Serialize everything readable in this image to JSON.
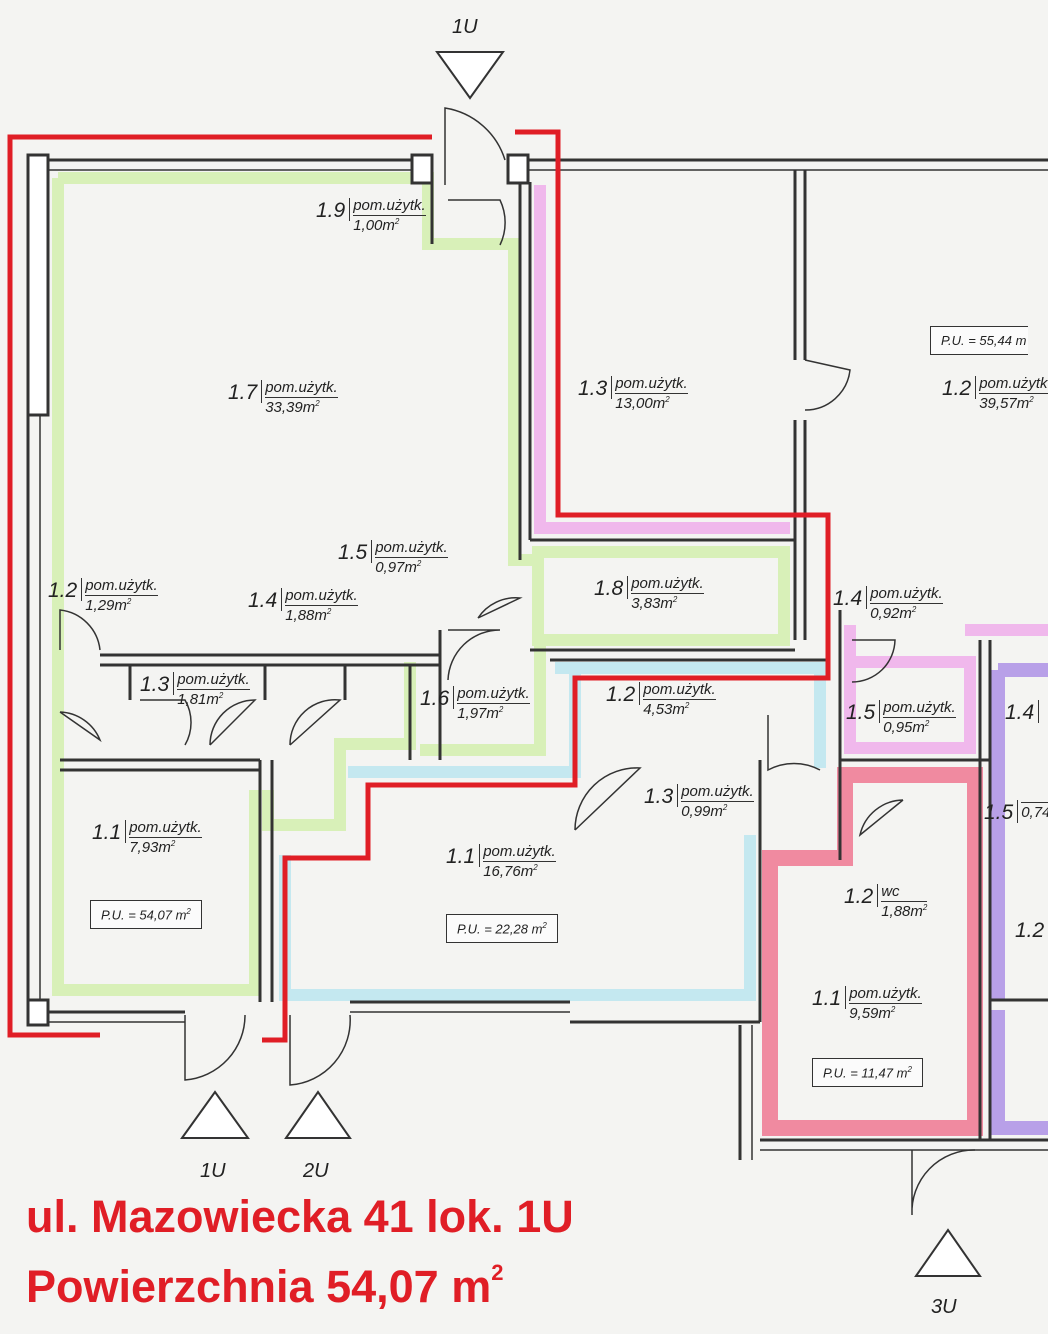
{
  "entrances": {
    "top": "1U",
    "bottom_left": "1U",
    "bottom_mid": "2U",
    "bottom_right": "3U"
  },
  "rooms": {
    "r19": {
      "num": "1.9",
      "use": "pom.użytk.",
      "area": "1,00m"
    },
    "r17": {
      "num": "1.7",
      "use": "pom.użytk.",
      "area": "33,39m"
    },
    "r13b": {
      "num": "1.3",
      "use": "pom.użytk.",
      "area": "13,00m"
    },
    "r12b": {
      "num": "1.2",
      "use": "pom.użytk.",
      "area": "39,57m"
    },
    "r15": {
      "num": "1.5",
      "use": "pom.użytk.",
      "area": "0,97m"
    },
    "r12": {
      "num": "1.2",
      "use": "pom.użytk.",
      "area": "1,29m"
    },
    "r14": {
      "num": "1.4",
      "use": "pom.użytk.",
      "area": "1,88m"
    },
    "r18": {
      "num": "1.8",
      "use": "pom.użytk.",
      "area": "3,83m"
    },
    "r14c": {
      "num": "1.4",
      "use": "pom.użytk.",
      "area": "0,92m"
    },
    "r13": {
      "num": "1.3",
      "use": "pom.użytk.",
      "area": "1,81m"
    },
    "r16": {
      "num": "1.6",
      "use": "pom.użytk.",
      "area": "1,97m"
    },
    "r12c": {
      "num": "1.2",
      "use": "pom.użytk.",
      "area": "4,53m"
    },
    "r15c": {
      "num": "1.5",
      "use": "pom.użytk.",
      "area": "0,95m"
    },
    "r14d": {
      "num": "1.4",
      "use": "",
      "area": ""
    },
    "r13c": {
      "num": "1.3",
      "use": "pom.użytk.",
      "area": "0,99m"
    },
    "r15d": {
      "num": "1.5",
      "use": "",
      "area": "0,74"
    },
    "r11": {
      "num": "1.1",
      "use": "pom.użytk.",
      "area": "7,93m"
    },
    "r11c": {
      "num": "1.1",
      "use": "pom.użytk.",
      "area": "16,76m"
    },
    "r12wc": {
      "num": "1.2",
      "use": "wc",
      "area": "1,88m"
    },
    "r12d": {
      "num": "1.2",
      "use": "",
      "area": ""
    },
    "r11d": {
      "num": "1.1",
      "use": "pom.użytk.",
      "area": "9,59m"
    }
  },
  "area_sup": "2",
  "totals": {
    "pu_54": "P.U. = 54,07 m",
    "pu_22": "P.U. = 22,28 m",
    "pu_11": "P.U. = 11,47 m",
    "pu_55": "P.U. = 55,44 m"
  },
  "caption": {
    "line1": "ul. Mazowiecka 41 lok. 1U",
    "line2": "Powierzchnia 54,07 m",
    "line2_sup": "2"
  },
  "colors": {
    "highlight_outline": "#e01e26",
    "zone_green": "#d8f0b8",
    "zone_pink": "#f0b8ec",
    "zone_blue": "#c4e8f0",
    "zone_red": "#f08aa0",
    "zone_purple": "#b8a0e8",
    "wall": "#333333"
  }
}
